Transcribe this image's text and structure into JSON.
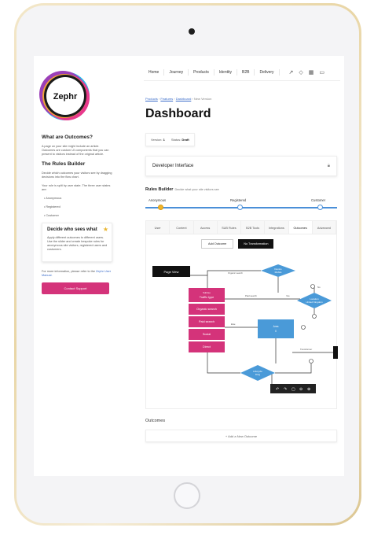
{
  "nav": {
    "items": [
      "Home",
      "Journey",
      "Products",
      "Identity",
      "B2B",
      "Delivery"
    ],
    "icons": [
      "external-link-icon",
      "shield-icon",
      "grid-icon",
      "chat-icon"
    ]
  },
  "brand": {
    "logo_text": "Zephr"
  },
  "sidebar": {
    "what_title": "What are Outcomes?",
    "what_text": "A page on your site might include an article. Outcomes are custom UI components that you can present to visitors instead of the original article.",
    "rules_title": "The Rules Builder",
    "rules_text1": "Decide which outcomes your visitors see by dragging decisions into the flow chart.",
    "rules_text2": "Your rule is split by user state. The three user states are:",
    "states": [
      "Anonymous",
      "Registered",
      "Customer"
    ],
    "card_title": "Decide who sees what",
    "card_text": "Apply different outcomes to different users. Use the slider and create bespoke rules for anonymous site visitors, registered users and customers.",
    "more_info": "For more information, please refer to the",
    "manual_link": "Zephr User Manual.",
    "contact_button": "Contact Support"
  },
  "breadcrumb": {
    "items": [
      "Products",
      "Features",
      "Dashboard"
    ],
    "current": "New Version"
  },
  "page_title": "Dashboard",
  "version": {
    "version_label": "Version:",
    "version_value": "1",
    "status_label": "Status:",
    "status_value": "Draft"
  },
  "dev_interface": {
    "title": "Developer Interface"
  },
  "rules_builder": {
    "title": "Rules Builder",
    "subtitle": "Decide what your site visitors see",
    "states": [
      "Anonymous",
      "Registered",
      "Customer"
    ],
    "active_state": "Anonymous"
  },
  "tabs": [
    "User",
    "Content",
    "Access",
    "SUB Rules",
    "B2B Tools",
    "Integrations",
    "Outcomes",
    "Advanced"
  ],
  "active_tab": "Outcomes",
  "panel": {
    "add_outcome_btn": "Add Outcome",
    "no_transform_btn": "No Transformation"
  },
  "flow": {
    "start": "Page View",
    "decision1": "Device",
    "decision1_sub": "Mobile",
    "sources": [
      "Traffic type",
      "Organic search",
      "Paid search",
      "Social",
      "Direct"
    ],
    "sources_header": "Subtree",
    "box_label": "Area",
    "box_sub": "X",
    "decision2": "Location",
    "decision2_sub": "United Kingdom",
    "decision3": "Lifecycle",
    "decision3_sub": "Ding",
    "edge_labels": [
      "Organic search",
      "Paid search",
      "Else",
      "Yes",
      "No",
      "Transformer"
    ]
  },
  "colors": {
    "accent": "#d4337a",
    "flow_blue": "#4a9ad8",
    "active_dot": "#f0b429"
  },
  "outcomes": {
    "title": "Outcomes",
    "add_new": "+ Add a New Outcome"
  }
}
